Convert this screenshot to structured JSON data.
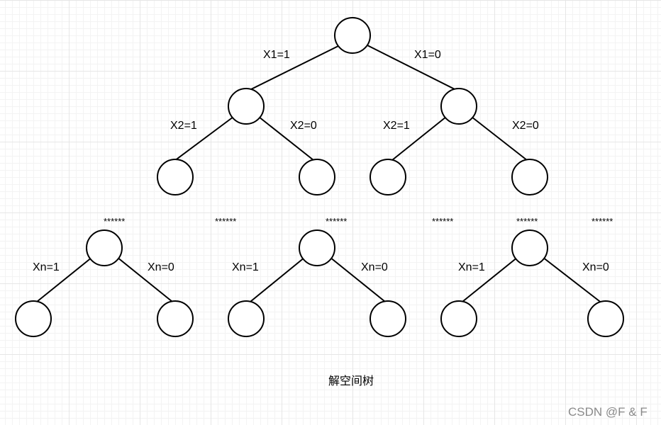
{
  "diagram": {
    "caption": "解空间树",
    "watermark": "CSDN @F & F",
    "ellipsis": "******",
    "labels": {
      "x1_1": "X1=1",
      "x1_0": "X1=0",
      "x2_1": "X2=1",
      "x2_0": "X2=0",
      "xn_1": "Xn=1",
      "xn_0": "Xn=0"
    }
  }
}
